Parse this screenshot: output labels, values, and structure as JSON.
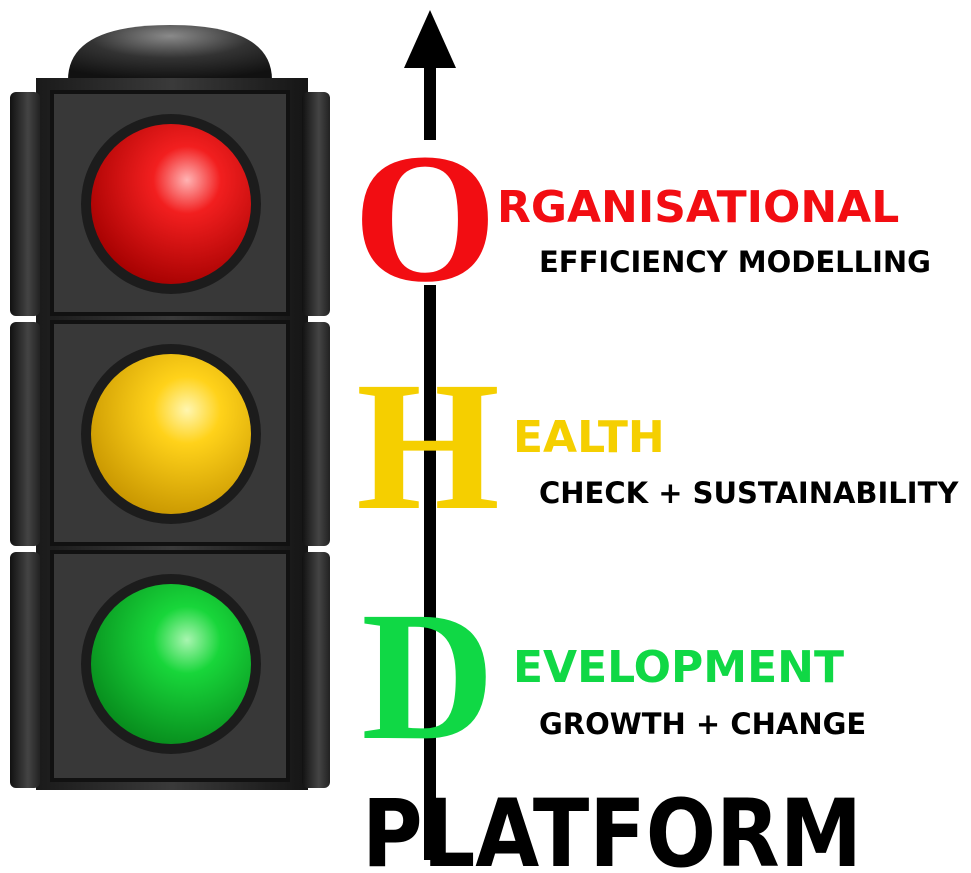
{
  "rows": [
    {
      "letter": "O",
      "word": "RGANISATIONAL",
      "subtitle": "EFFICIENCY MODELLING",
      "color": "#f20d12"
    },
    {
      "letter": "H",
      "word": "EALTH",
      "subtitle": "CHECK + SUSTAINABILITY",
      "color": "#f5cf00"
    },
    {
      "letter": "D",
      "word": "EVELOPMENT",
      "subtitle": "GROWTH + CHANGE",
      "color": "#10d845"
    }
  ],
  "platform": "PLATFORM",
  "colors": {
    "housing": "#2f2f2f",
    "text": "#000000",
    "arrow": "#000000"
  },
  "icons": {
    "traffic_light": "traffic-light-icon",
    "arrow": "up-arrow-icon"
  }
}
